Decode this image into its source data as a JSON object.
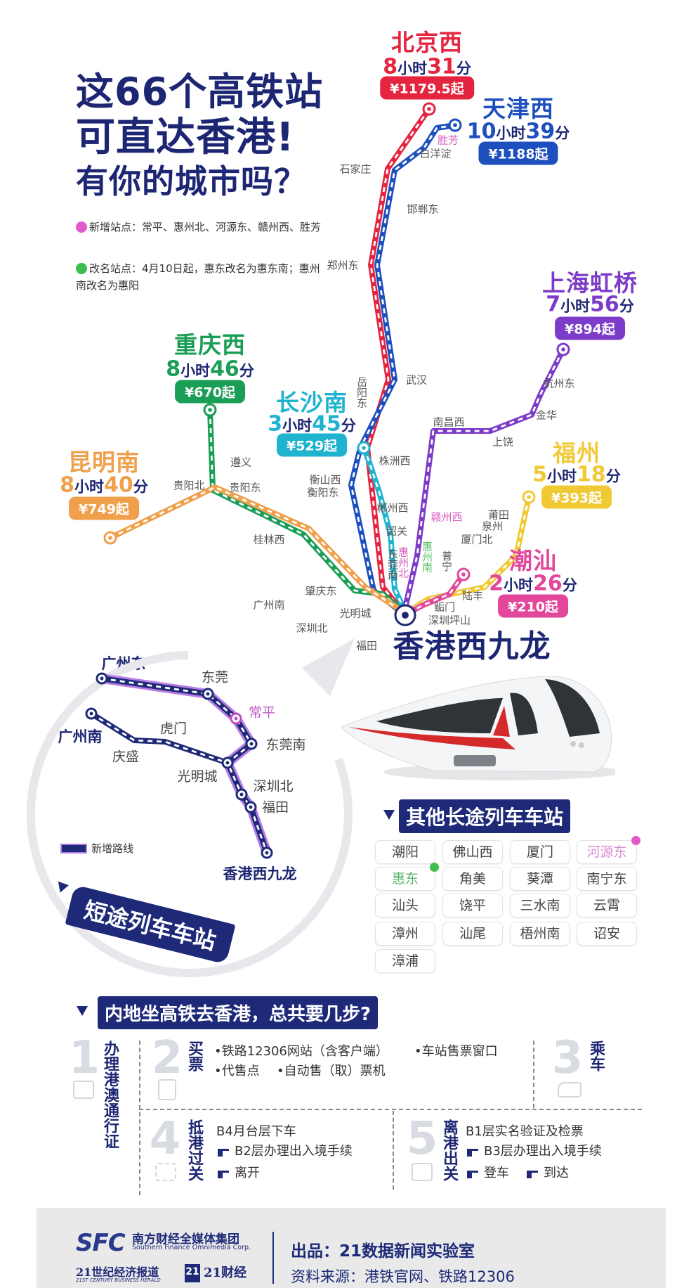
{
  "title": {
    "line1": "这66个高铁站",
    "line2": "可直达香港!",
    "line3": "有你的城市吗？"
  },
  "legend": {
    "new_stations": "新增站点：常平、惠州北、河源东、赣州西、胜芳",
    "renamed_stations": "改名站点：4月10日起，惠东改名为惠东南；惠州南改名为惠阳",
    "new_icon_color": "#e05ac8",
    "renamed_icon_color": "#3cbf4a"
  },
  "units": {
    "hour": "小时",
    "minute": "分"
  },
  "destinations": [
    {
      "name": "北京西",
      "hours": "8",
      "minutes": "31",
      "price": "¥1179.5起",
      "color": "#e5243f"
    },
    {
      "name": "天津西",
      "hours": "10",
      "minutes": "39",
      "price": "¥1188起",
      "color": "#1d4fbf"
    },
    {
      "name": "上海虹桥",
      "hours": "7",
      "minutes": "56",
      "price": "¥894起",
      "color": "#7c3cc9"
    },
    {
      "name": "重庆西",
      "hours": "8",
      "minutes": "46",
      "price": "¥670起",
      "color": "#1a9e55"
    },
    {
      "name": "长沙南",
      "hours": "3",
      "minutes": "45",
      "price": "¥529起",
      "color": "#1fb3cf"
    },
    {
      "name": "昆明南",
      "hours": "8",
      "minutes": "40",
      "price": "¥749起",
      "color": "#f0a04b"
    },
    {
      "name": "福州",
      "hours": "5",
      "minutes": "18",
      "price": "¥393起",
      "color": "#f0c935"
    },
    {
      "name": "潮汕",
      "hours": "2",
      "minutes": "26",
      "price": "¥210起",
      "color": "#e2479b"
    }
  ],
  "hub": "香港西九龙",
  "stations": [
    "胜芳",
    "白洋淀",
    "石家庄",
    "邯郸东",
    "郑州东",
    "武汉",
    "岳阳东",
    "南昌西",
    "杭州东",
    "金华",
    "上饶",
    "株洲西",
    "衡山西",
    "衡阳东",
    "郴州西",
    "赣州西",
    "韶关",
    "惠州北",
    "东莞南",
    "惠州南",
    "普宁",
    "莆田",
    "泉州",
    "厦门北",
    "陆丰",
    "鲘门",
    "深圳坪山",
    "遵义",
    "贵阳北",
    "贵阳东",
    "桂林西",
    "肇庆东",
    "广州南",
    "光明城",
    "深圳北",
    "福田"
  ],
  "short_route": {
    "title": "短途列车车站",
    "legend": "新增路线",
    "stations": [
      "广州东",
      "东莞",
      "常平",
      "东莞南",
      "光明城",
      "深圳北",
      "福田",
      "香港西九龙",
      "广州南",
      "庆盛",
      "虎门"
    ]
  },
  "other_stations": {
    "title": "其他长途列车车站",
    "items": [
      {
        "name": "潮阳"
      },
      {
        "name": "佛山西"
      },
      {
        "name": "厦门"
      },
      {
        "name": "河源东",
        "tag": "new"
      },
      {
        "name": "惠东",
        "tag": "renamed"
      },
      {
        "name": "角美"
      },
      {
        "name": "葵潭"
      },
      {
        "name": "南宁东"
      },
      {
        "name": "汕头"
      },
      {
        "name": "饶平"
      },
      {
        "name": "三水南"
      },
      {
        "name": "云霄"
      },
      {
        "name": "漳州"
      },
      {
        "name": "汕尾"
      },
      {
        "name": "梧州南"
      },
      {
        "name": "诏安"
      },
      {
        "name": "漳浦"
      }
    ]
  },
  "steps": {
    "title": "内地坐高铁去香港，总共要几步?",
    "items": [
      {
        "num": "1",
        "title": "办理港澳通行证",
        "lines": []
      },
      {
        "num": "2",
        "title": "买票",
        "lines": [
          "•铁路12306网站（含客户端）",
          "•车站售票窗口",
          "•代售点",
          "•自动售（取）票机"
        ]
      },
      {
        "num": "3",
        "title": "乘车",
        "lines": []
      },
      {
        "num": "4",
        "title": "抵港过关",
        "lines": [
          "B4月台层下车",
          "B2层办理出入境手续",
          "离开"
        ]
      },
      {
        "num": "5",
        "title": "离港出关",
        "lines": [
          "B1层实名验证及检票",
          "B3层办理出入境手续",
          "登车",
          "到达"
        ]
      }
    ]
  },
  "footer": {
    "sfc_logo": "SFC",
    "group_cn": "南方财经全媒体集团",
    "group_en": "Southern Finance Omnimedia Corp.",
    "herald_cn": "21世纪经济报道",
    "herald_en": "21ST CENTURY BUSINESS HERALD",
    "caijing_logo": "21",
    "caijing": "21财经",
    "producer": "出品：21数据新闻实验室",
    "source": "资料来源：港铁官网、铁路12306"
  }
}
